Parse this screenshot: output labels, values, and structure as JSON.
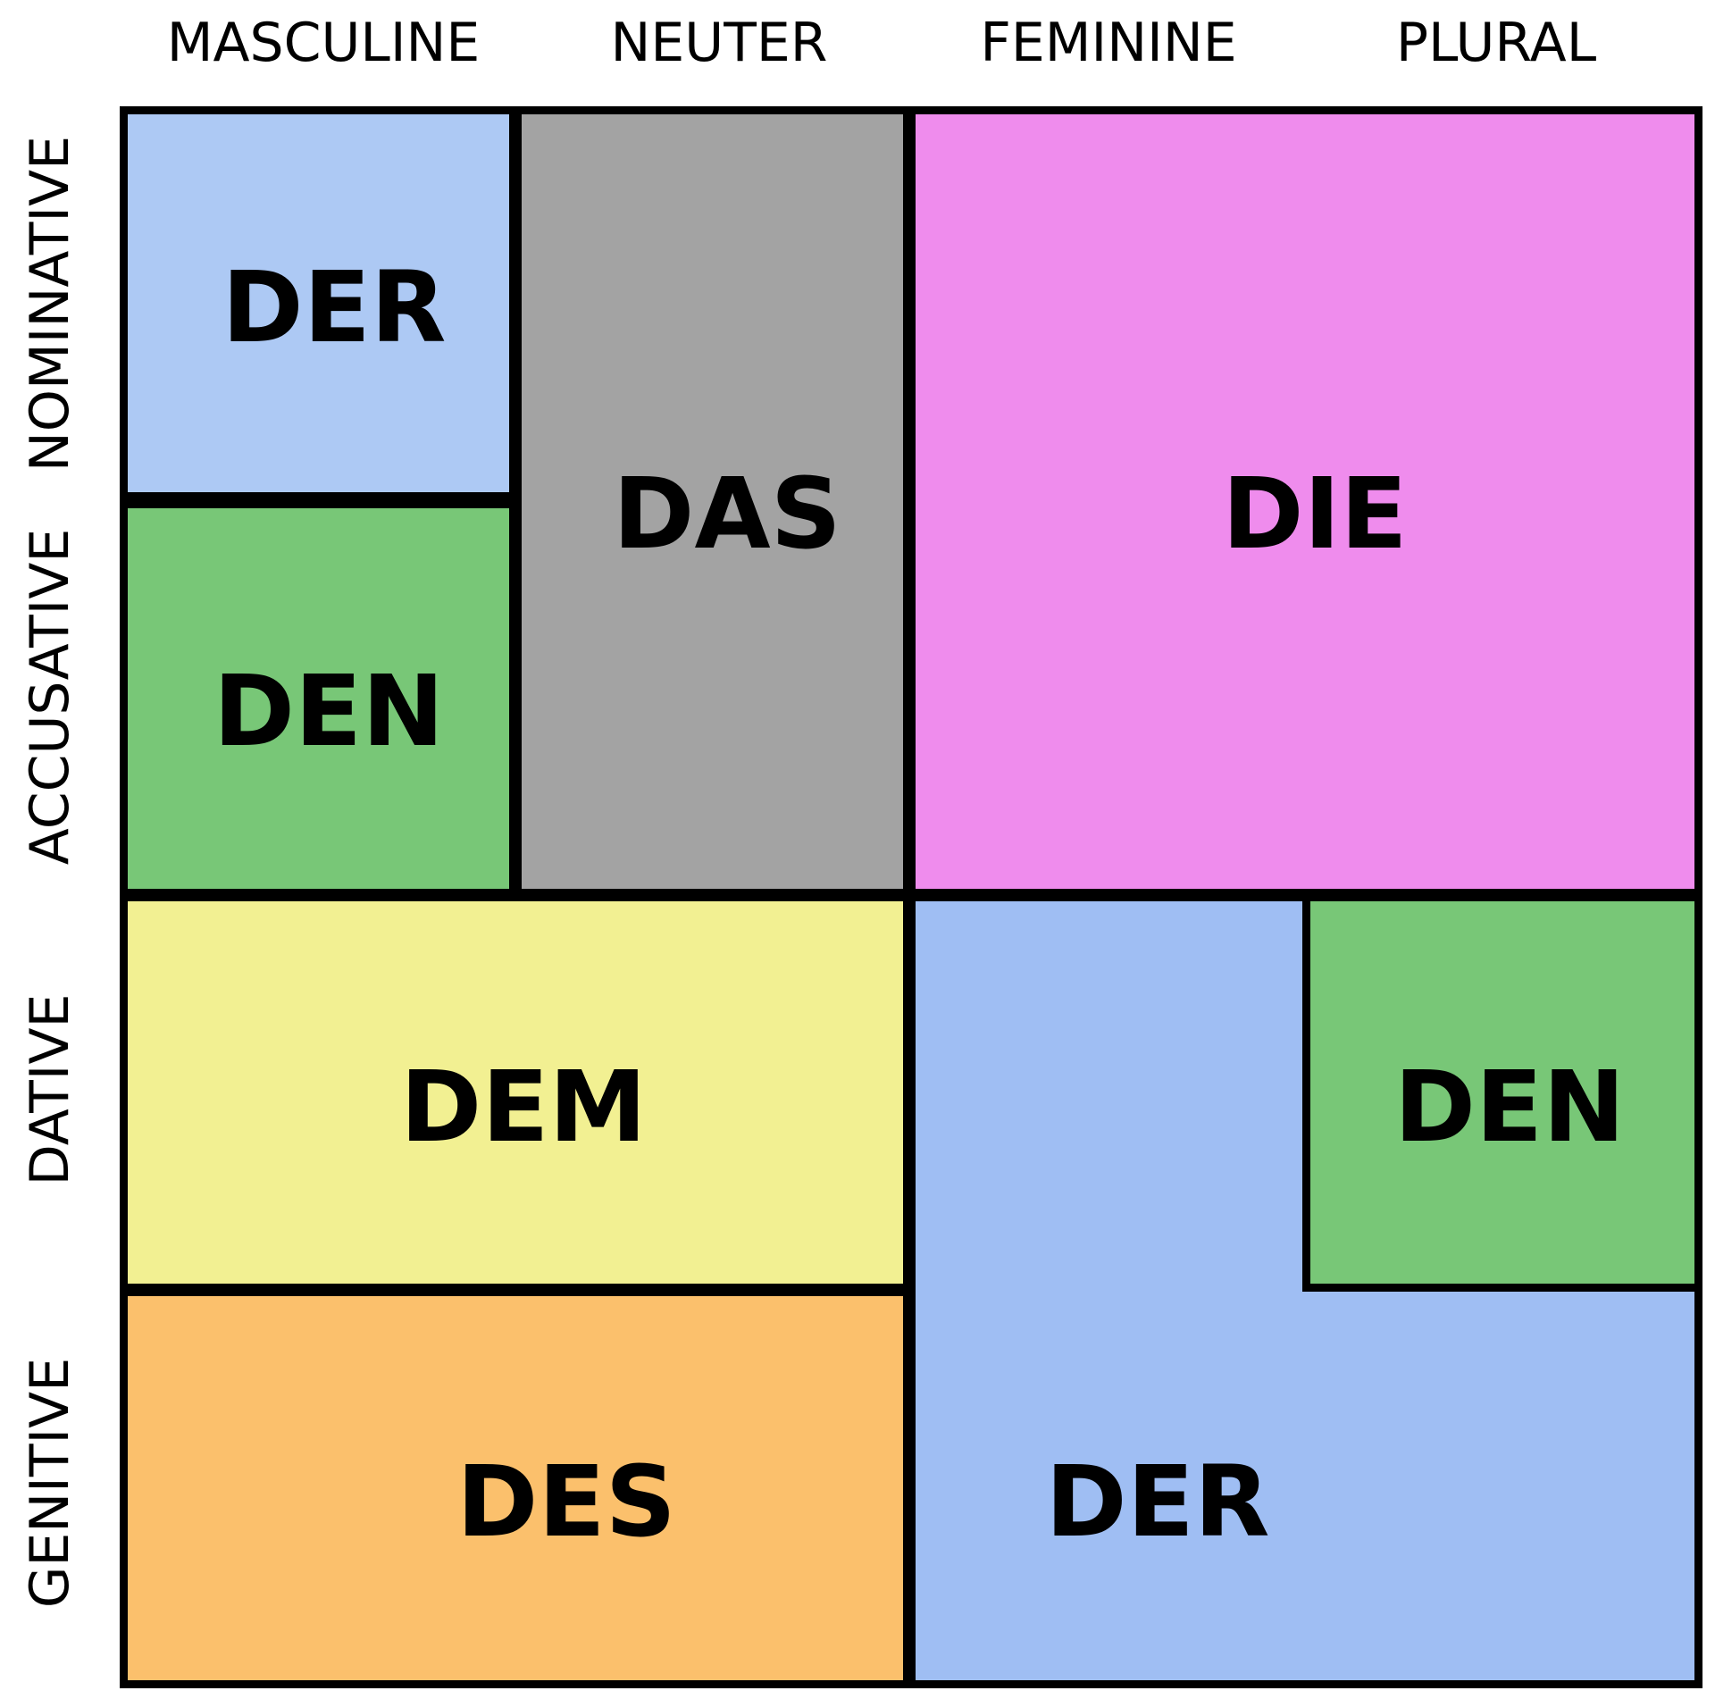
{
  "columns": {
    "masculine": "MASCULINE",
    "neuter": "NEUTER",
    "feminine": "FEMININE",
    "plural": "PLURAL"
  },
  "rows": {
    "nominative": "NOMINATIVE",
    "accusative": "ACCUSATIVE",
    "dative": "DATIVE",
    "genitive": "GENITIVE"
  },
  "articles": {
    "der_masc_nom": "DER",
    "den_masc_acc": "DEN",
    "das_neuter": "DAS",
    "die_fem_plural": "DIE",
    "dem_dative": "DEM",
    "des_genitive": "DES",
    "der_fem_plural": "DER",
    "den_plural_dative": "DEN"
  },
  "colors": {
    "der_masc_nom": "#adc9f4",
    "den_masc_acc": "#78c777",
    "das_neuter": "#a3a3a3",
    "die_fem_plural": "#ef8ced",
    "dem_dative": "#f2f092",
    "des_genitive": "#fbc06c",
    "der_fem_plural": "#9fbef3",
    "den_plural_dative": "#78c777"
  }
}
